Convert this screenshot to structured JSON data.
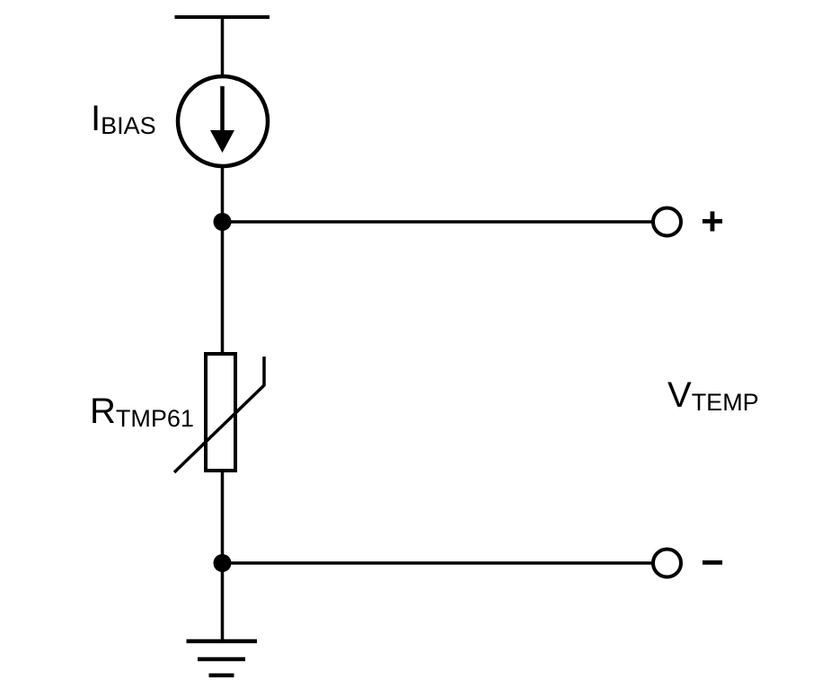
{
  "diagram": {
    "type": "circuit-schematic",
    "components": [
      "positive-supply-rail",
      "current-source",
      "thermistor",
      "output-terminals",
      "ground"
    ]
  },
  "labels": {
    "current_source": {
      "main": "I",
      "sub": "BIAS"
    },
    "thermistor": {
      "main": "R",
      "sub": "TMP61"
    },
    "output_voltage": {
      "main": "V",
      "sub": "TEMP"
    },
    "terminal_positive": "+",
    "terminal_negative": "−"
  },
  "colors": {
    "line": "#000000",
    "background": "#ffffff"
  }
}
